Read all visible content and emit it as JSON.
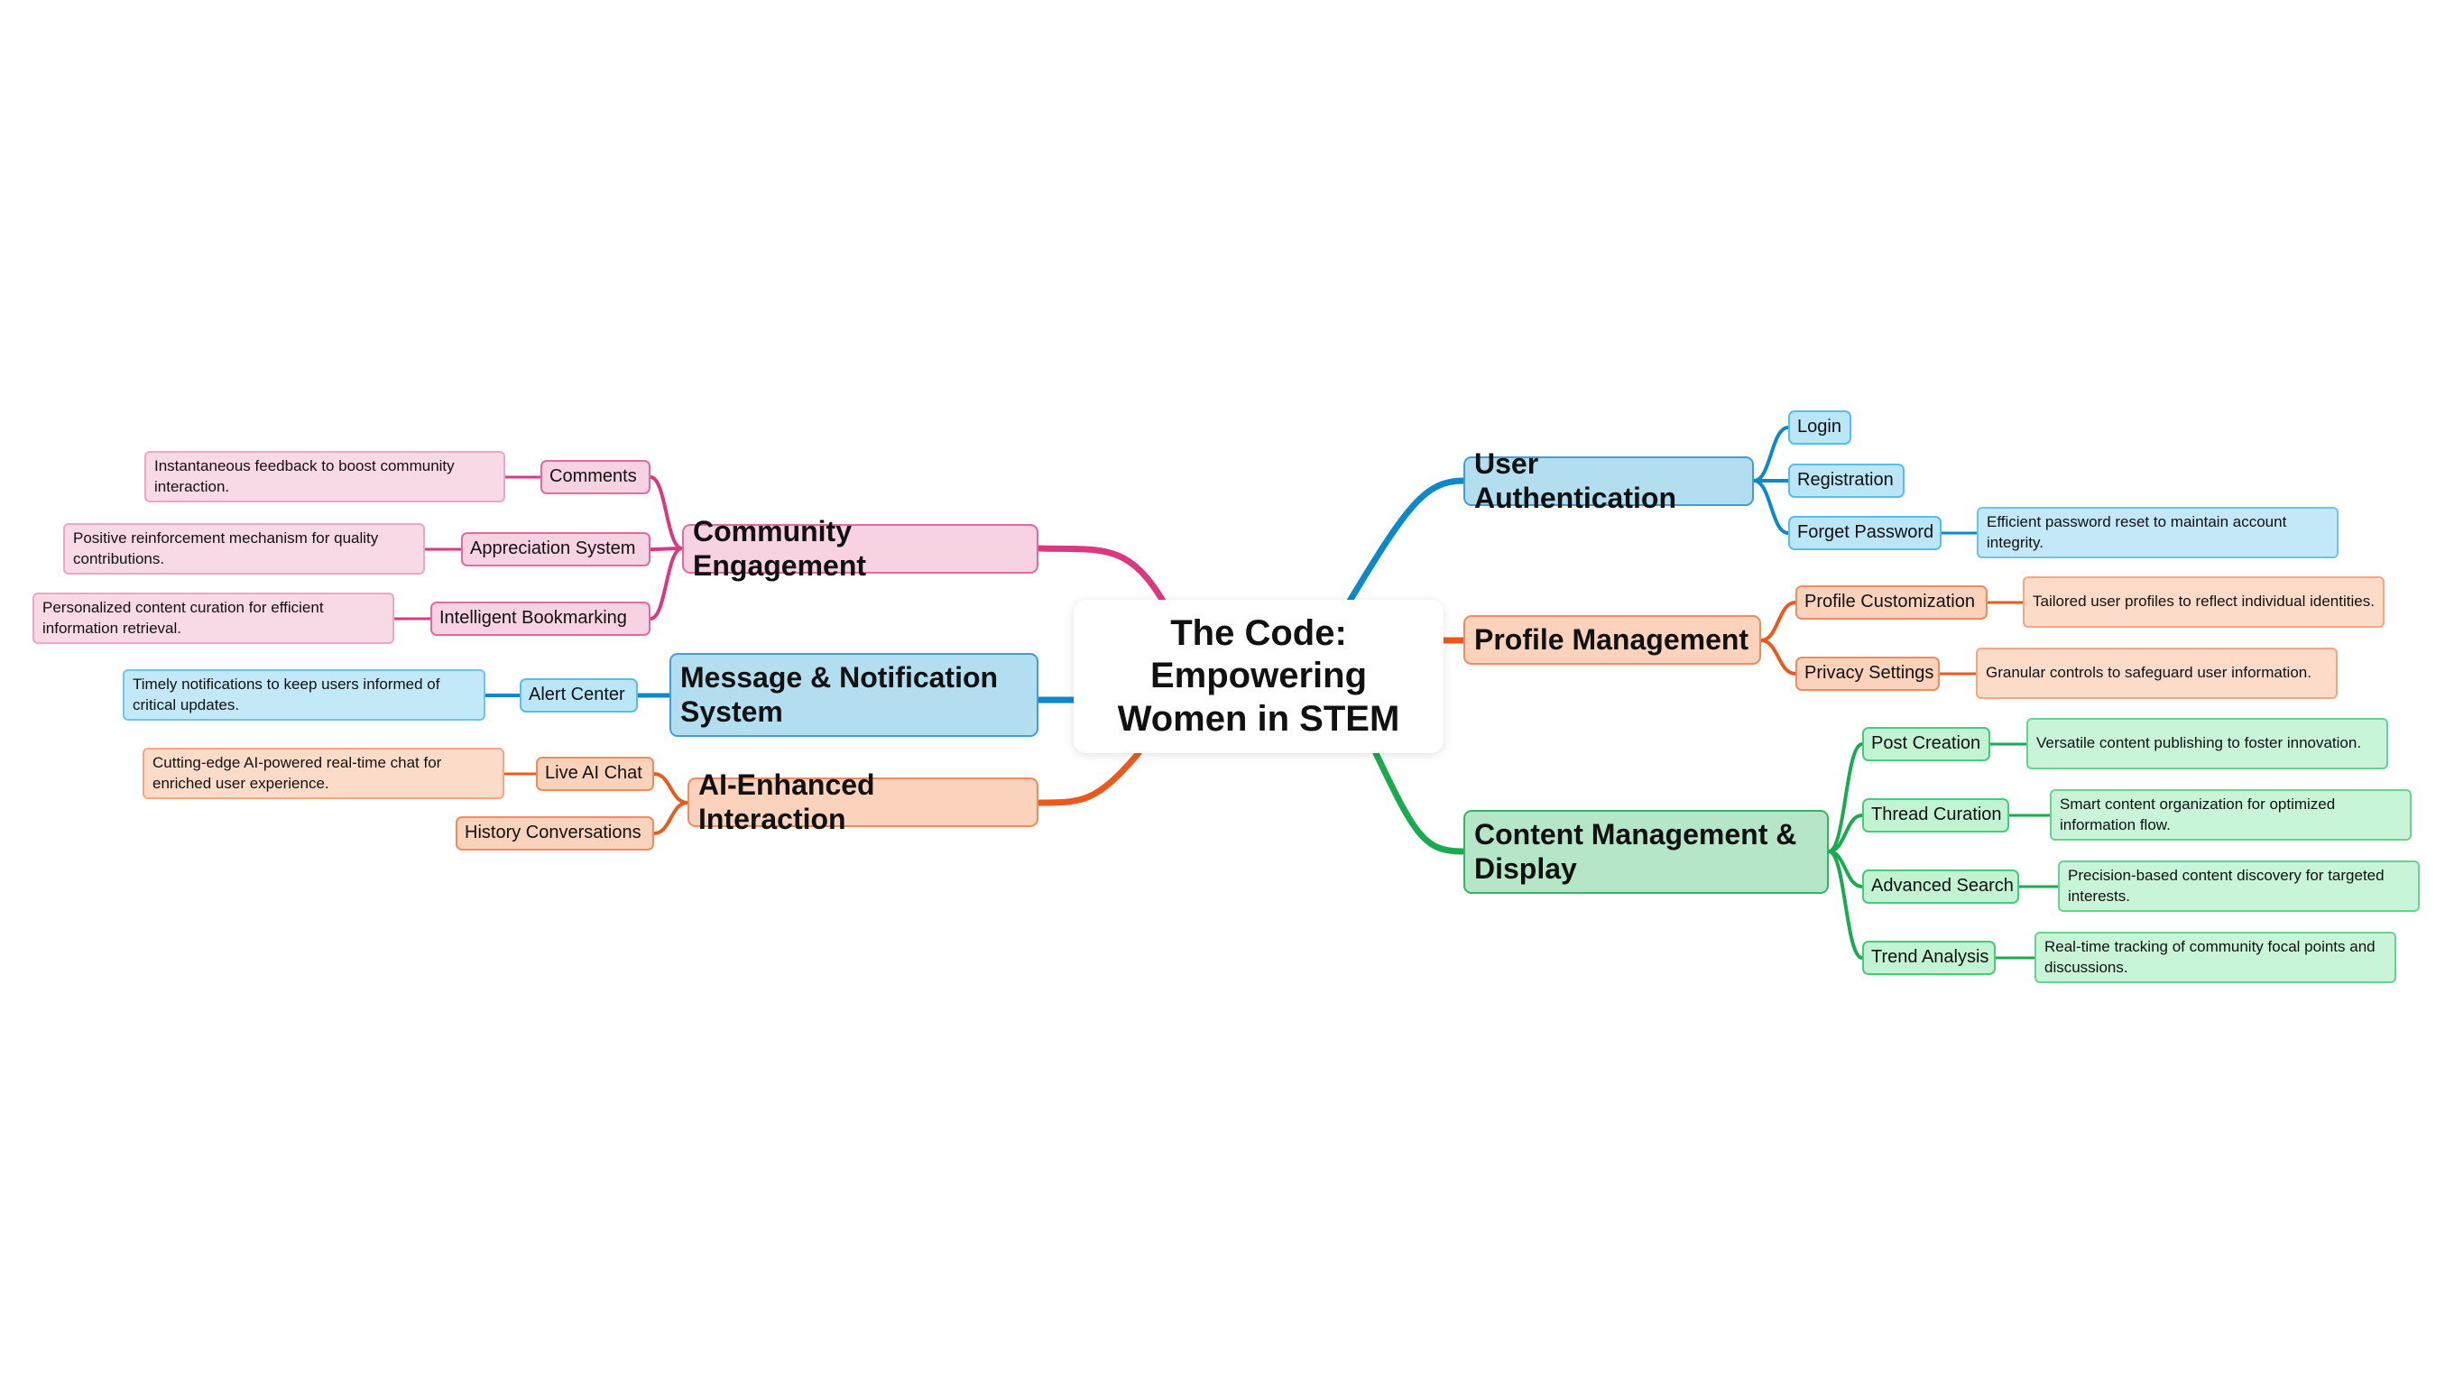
{
  "center": {
    "title": "The Code: Empowering Women in STEM"
  },
  "colors": {
    "pink": "#d9397e",
    "blue": "#0d88c9",
    "orange": "#ea5a1c",
    "green": "#1aaa4f"
  },
  "left": {
    "community": {
      "label": "Community Engagement",
      "items": [
        {
          "label": "Comments",
          "desc": "Instantaneous feedback to boost community interaction."
        },
        {
          "label": "Appreciation System",
          "desc": "Positive reinforcement mechanism for quality contributions."
        },
        {
          "label": "Intelligent Bookmarking",
          "desc": "Personalized content curation for efficient information retrieval."
        }
      ]
    },
    "message": {
      "label": "Message & Notification System",
      "items": [
        {
          "label": "Alert Center",
          "desc": "Timely notifications to keep users informed of critical updates."
        }
      ]
    },
    "ai": {
      "label": "AI-Enhanced Interaction",
      "items": [
        {
          "label": "Live AI Chat",
          "desc": "Cutting-edge AI-powered real-time chat for enriched user experience."
        },
        {
          "label": "History Conversations"
        }
      ]
    }
  },
  "right": {
    "auth": {
      "label": "User Authentication",
      "items": [
        {
          "label": "Login"
        },
        {
          "label": "Registration"
        },
        {
          "label": "Forget Password",
          "desc": "Efficient password reset to maintain account integrity."
        }
      ]
    },
    "profile": {
      "label": "Profile Management",
      "items": [
        {
          "label": "Profile Customization",
          "desc": "Tailored user profiles to reflect individual identities."
        },
        {
          "label": "Privacy Settings",
          "desc": "Granular controls to safeguard user information."
        }
      ]
    },
    "content": {
      "label": "Content Management & Display",
      "items": [
        {
          "label": "Post Creation",
          "desc": "Versatile content publishing to foster innovation."
        },
        {
          "label": "Thread Curation",
          "desc": "Smart content organization for optimized information flow."
        },
        {
          "label": "Advanced Search",
          "desc": "Precision-based content discovery for targeted interests."
        },
        {
          "label": "Trend Analysis",
          "desc": "Real-time tracking of community focal points and discussions."
        }
      ]
    }
  }
}
